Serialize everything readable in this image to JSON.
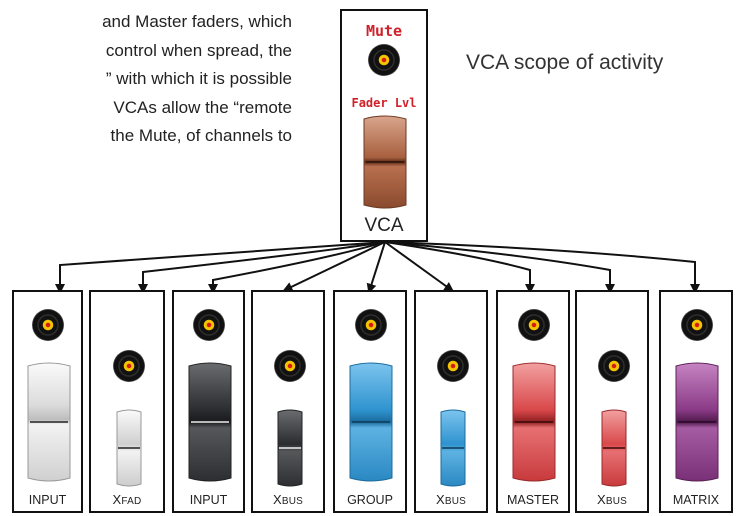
{
  "paragraph_lines": [
    "and Master faders, which",
    "control when spread, the",
    "” with which it is possible",
    "VCAs allow the “remote",
    "the Mute, of channels to"
  ],
  "scope_title": "VCA scope of activity",
  "vca": {
    "mute_label": "Mute",
    "fader_label": "Fader Lvl",
    "name": "VCA",
    "fader_color": "#b86e4e"
  },
  "channels": [
    {
      "label": "INPUT",
      "color": "#e6e6e6",
      "size": "large"
    },
    {
      "label": "XFAD",
      "label_first": "X",
      "label_rest": "FAD",
      "color": "#e6e6e6",
      "size": "small"
    },
    {
      "label": "INPUT",
      "color": "#3a3c40",
      "size": "large"
    },
    {
      "label": "XBUS",
      "label_first": "X",
      "label_rest": "BUS",
      "color": "#3a3c40",
      "size": "small"
    },
    {
      "label": "GROUP",
      "color": "#2f93cf",
      "size": "large"
    },
    {
      "label": "XBUS",
      "label_first": "X",
      "label_rest": "BUS",
      "color": "#2f93cf",
      "size": "small"
    },
    {
      "label": "MASTER",
      "color": "#d9484a",
      "size": "large"
    },
    {
      "label": "XBUS",
      "label_first": "X",
      "label_rest": "BUS",
      "color": "#d9484a",
      "size": "small"
    },
    {
      "label": "MATRIX",
      "color": "#8a3a86",
      "size": "large"
    }
  ]
}
